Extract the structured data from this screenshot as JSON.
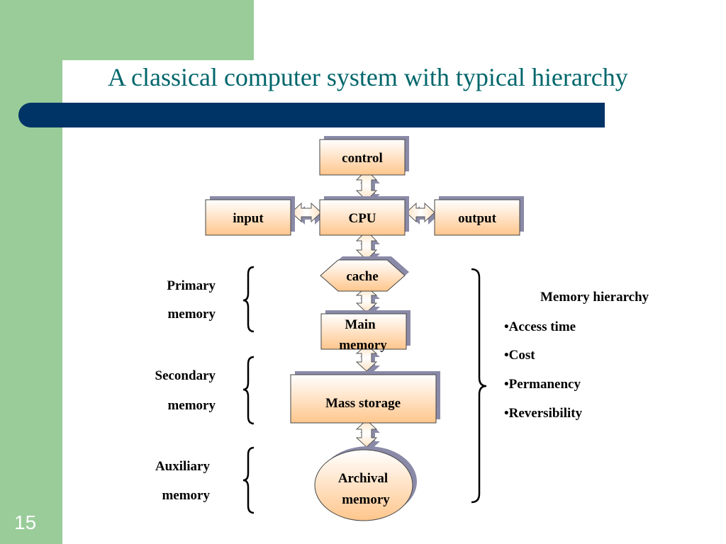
{
  "slide": {
    "title": "A classical computer system with typical hierarchy",
    "number": "15"
  },
  "diagram": {
    "nodes": {
      "control": "control",
      "input": "input",
      "cpu": "CPU",
      "output": "output",
      "cache": "cache",
      "main_memory": [
        "Main",
        "memory"
      ],
      "mass_storage": "Mass storage",
      "archival_memory": [
        "Archival",
        "memory"
      ]
    },
    "left_labels": {
      "primary": [
        "Primary",
        "memory"
      ],
      "secondary": [
        "Secondary",
        "memory"
      ],
      "auxiliary": [
        "Auxiliary",
        "memory"
      ]
    },
    "right_panel": {
      "heading": "Memory hierarchy",
      "items": [
        "•Access time",
        "•Cost",
        "•Permanency",
        "•Reversibility"
      ]
    }
  },
  "colors": {
    "box_fill_top": "#ffffff",
    "box_fill_bottom": "#ffc68c",
    "shadow": "#8a8aa8",
    "title": "#00666b",
    "title_bar": "#003366",
    "background_green": "#99cc99"
  }
}
